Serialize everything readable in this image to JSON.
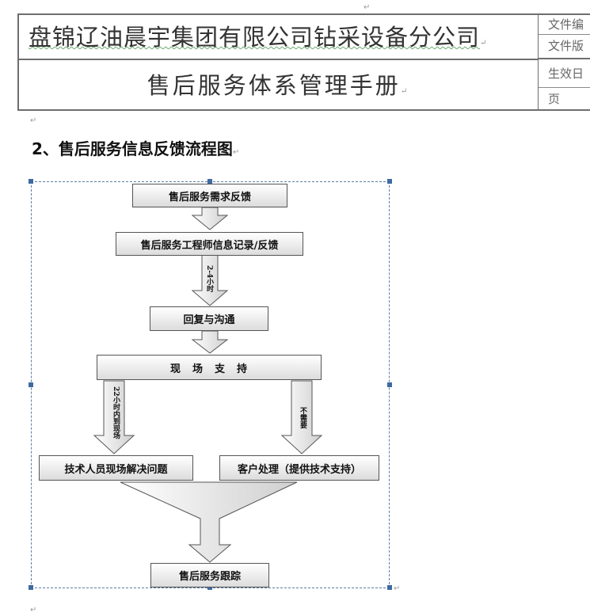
{
  "header": {
    "company": "盘锦辽油晨宇集团有限公司钻采设备分公司",
    "manual": "售后服务体系管理手册",
    "meta": [
      "文件编",
      "文件版",
      "生效日",
      "页"
    ]
  },
  "section_heading": "2、售后服务信息反馈流程图",
  "flow": {
    "step1": "售后服务需求反馈",
    "step2": "售后服务工程师信息记录/反馈",
    "label_2_4h": "2-4小时",
    "step3": "回复与沟通",
    "step4": "现　场　支　持",
    "label_22h": "22小时内到现场",
    "label_not_needed": "不需要",
    "step5_left": "技术人员现场解决问题",
    "step5_right": "客户处理（提供技术支持）",
    "step6": "售后服务跟踪"
  }
}
